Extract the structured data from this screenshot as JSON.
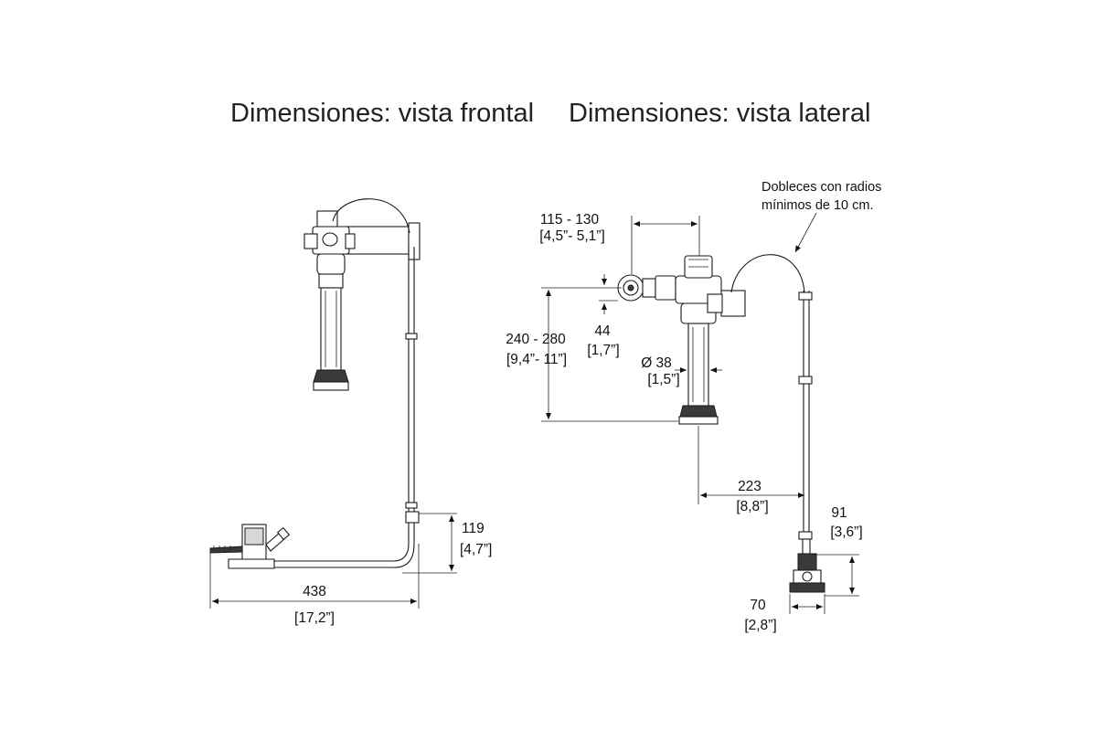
{
  "titles": {
    "front": "Dimensiones: vista frontal",
    "side": "Dimensiones: vista lateral"
  },
  "front_view": {
    "width_mm": "438",
    "width_in": "[17,2”]",
    "height_mm": "119",
    "height_in": "[4,7”]"
  },
  "side_view": {
    "offset_mm": "115 - 130",
    "offset_in": "[4,5”- 5,1”]",
    "height_mm": "240 - 280",
    "height_in": "[9,4”- 11”]",
    "inlet_mm": "44",
    "inlet_in": "[1,7”]",
    "diameter_mm": "Ø 38",
    "diameter_in": "[1,5”]",
    "distance_mm": "223",
    "distance_in": "[8,8”]",
    "pedal_height_mm": "91",
    "pedal_height_in": "[3,6”]",
    "pedal_width_mm": "70",
    "pedal_width_in": "[2,8”]",
    "note_line1": "Dobleces con radios",
    "note_line2": "mínimos de 10 cm."
  }
}
